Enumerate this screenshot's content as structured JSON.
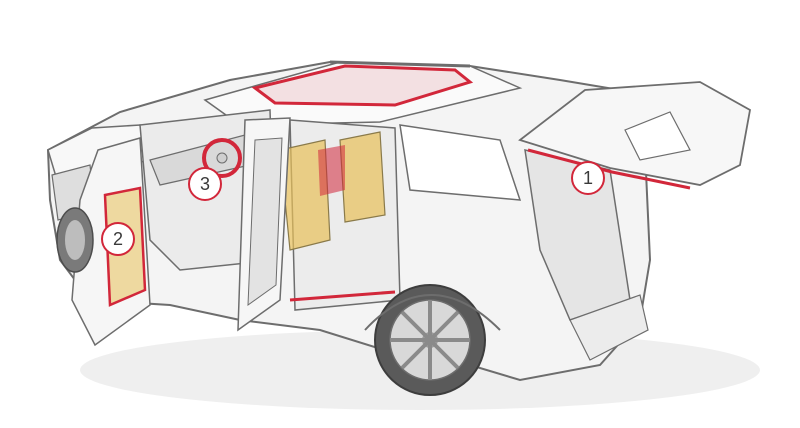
{
  "callouts": [
    {
      "label": "1"
    },
    {
      "label": "2"
    },
    {
      "label": "3"
    }
  ],
  "colors": {
    "highlight": "#d2273a",
    "seat_tint": "#e8c15a",
    "line": "#6d6d6d",
    "body_fill": "#f4f4f4",
    "shadow": "#e2e2e2"
  }
}
